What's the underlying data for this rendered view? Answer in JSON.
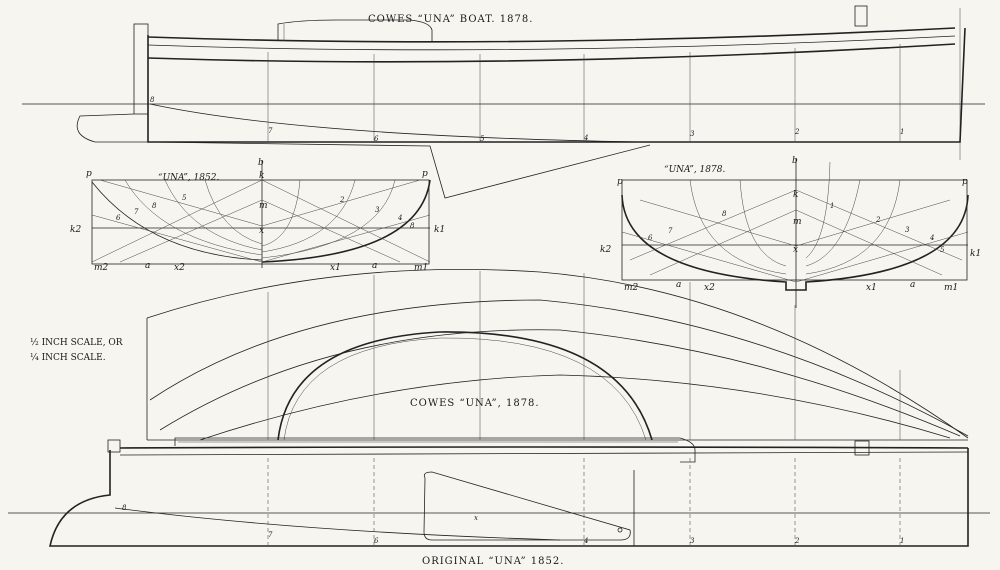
{
  "titles": {
    "top_boat": "COWES “UNA” BOAT. 1878.",
    "section_1852": "“UNA”, 1852.",
    "section_1878": "“UNA”, 1878.",
    "plan_1878": "COWES “UNA”, 1878.",
    "bottom_boat": "ORIGINAL “UNA” 1852."
  },
  "scale_notes": [
    "½ INCH SCALE, OR",
    "¼ INCH SCALE."
  ],
  "station_numbers_top": [
    "8",
    "7",
    "6",
    "5",
    "4",
    "3",
    "2",
    "1"
  ],
  "station_numbers_bottom": [
    "8",
    "7",
    "6",
    "x",
    "4",
    "3",
    "2",
    "1"
  ],
  "section_1852_labels": {
    "p_left": "p",
    "p_right": "p",
    "b": "b",
    "k": "k",
    "m": "m",
    "x": "x",
    "k2": "k2",
    "k1": "k1",
    "m2": "m2",
    "a_left": "a",
    "x2": "x2",
    "x1": "x1",
    "a_right": "a",
    "m1": "m1",
    "n6": "6",
    "n7": "7",
    "n8": "8",
    "n5": "5",
    "n2": "2",
    "n3": "3",
    "n4": "4",
    "n8b": "8"
  },
  "section_1878_labels": {
    "p_left": "p",
    "p_right": "p",
    "b": "b",
    "k": "k",
    "m": "m",
    "x": "x",
    "k2": "k2",
    "k1": "k1",
    "m2": "m2",
    "a_left": "a",
    "x2": "x2",
    "x1": "x1",
    "a_right": "a",
    "m1": "m1",
    "n6": "6",
    "n7": "7",
    "n8": "8",
    "n1": "1",
    "n2": "2",
    "n3": "3",
    "n4": "4",
    "n5": "5"
  }
}
